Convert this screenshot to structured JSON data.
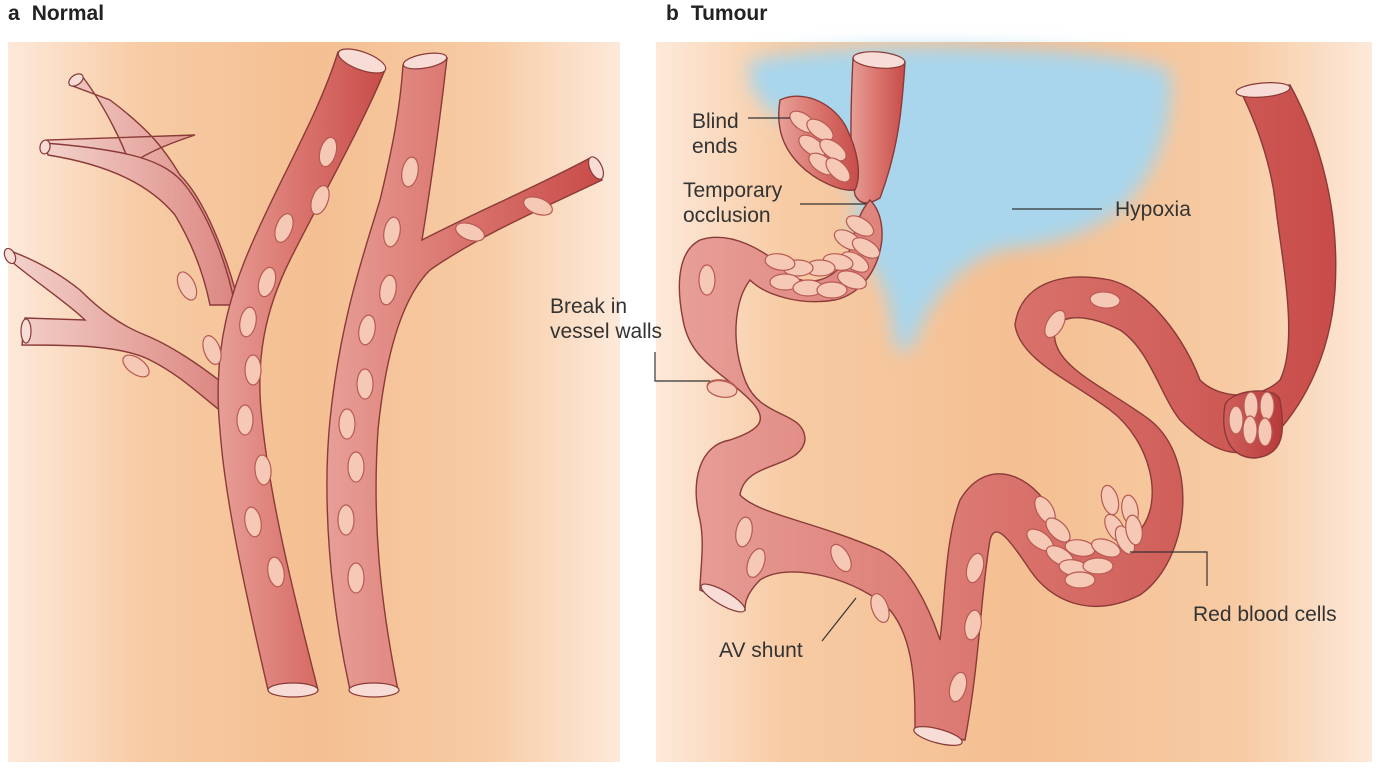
{
  "panels": {
    "a": {
      "letter": "a",
      "title": "Normal"
    },
    "b": {
      "letter": "b",
      "title": "Tumour"
    }
  },
  "labels": {
    "blind_ends": [
      "Blind",
      "ends"
    ],
    "temporary_occlusion": [
      "Temporary",
      "occlusion"
    ],
    "hypoxia": "Hypoxia",
    "break_in_vessel_walls": [
      "Break in",
      "vessel walls"
    ],
    "av_shunt": "AV shunt",
    "red_blood_cells": "Red blood cells"
  },
  "colors": {
    "tissue_bg": "#f6c49a",
    "vessel_fill": "#d9736c",
    "vessel_dark": "#c44a48",
    "vessel_outline": "#8a3a38",
    "cell_fill": "#f5c9b5",
    "hypoxia_fill": "#a9d6ec"
  }
}
